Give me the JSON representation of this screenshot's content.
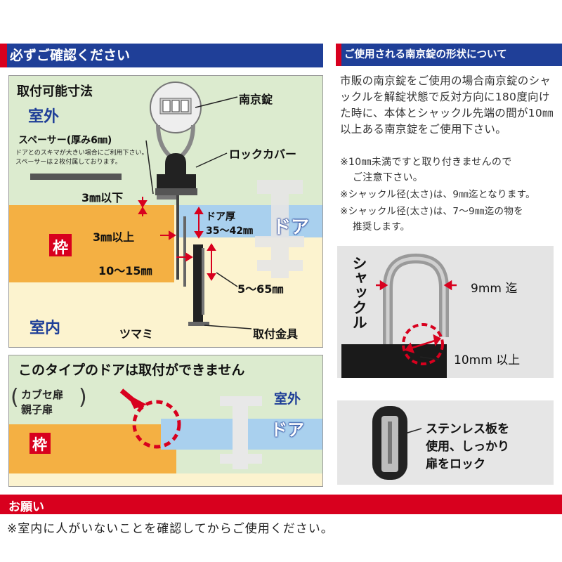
{
  "left_header": "必ずご確認ください",
  "right_header": "ご使用される南京錠の形状について",
  "diagram1": {
    "title": "取付可能寸法",
    "outdoor": "室外",
    "indoor": "室内",
    "padlock": "南京錠",
    "spacer_title": "スペーサー(厚み6㎜)",
    "spacer_note1": "ドアとのスキマが大きい場合にご利用下さい。",
    "spacer_note2": "スペーサーは２枚付属しております。",
    "lock_cover": "ロックカバー",
    "gap_max": "3㎜以下",
    "gap_min": "3㎜以上",
    "door_thick_label": "ドア厚",
    "door_thick_value": "35～42㎜",
    "door": "ドア",
    "frame": "枠",
    "range_10_15": "10～15㎜",
    "range_5_65": "5～65㎜",
    "knob": "ツマミ",
    "bracket": "取付金具"
  },
  "diagram2": {
    "title": "このタイプのドアは取付ができません",
    "type_line1": "カブセ扉",
    "type_line2": "親子扉",
    "outdoor": "室外",
    "door": "ドア",
    "frame": "枠"
  },
  "right_panel": {
    "body": "市販の南京錠をご使用の場合南京錠のシャックルを解錠状態で反対方向に180度向けた時に、本体とシャックル先端の間が10㎜以上ある南京錠をご使用下さい。",
    "notes": [
      "※10㎜未満ですと取り付きませんので",
      "ご注意下さい。",
      "※シャックル径(太さ)は、9㎜迄となります。",
      "※シャックル径(太さ)は、7～9㎜迄の物を",
      "推奨します。"
    ],
    "photo1_shackle": "シャックル",
    "photo1_diameter": "9mm 迄",
    "photo1_gap": "10mm 以上",
    "photo2_lines": [
      "ステンレス板を",
      "使用、しっかり",
      "扉をロック"
    ]
  },
  "request": {
    "header": "お願い",
    "text": "※室内に人がいないことを確認してからご使用ください。"
  },
  "colors": {
    "header_blue": "#1f3f98",
    "red": "#d8001e",
    "frame_orange": "#f4b043",
    "door_blue": "#a9d0ee",
    "outdoor_green": "#dcebcf",
    "indoor_cream": "#fcf3cf"
  }
}
